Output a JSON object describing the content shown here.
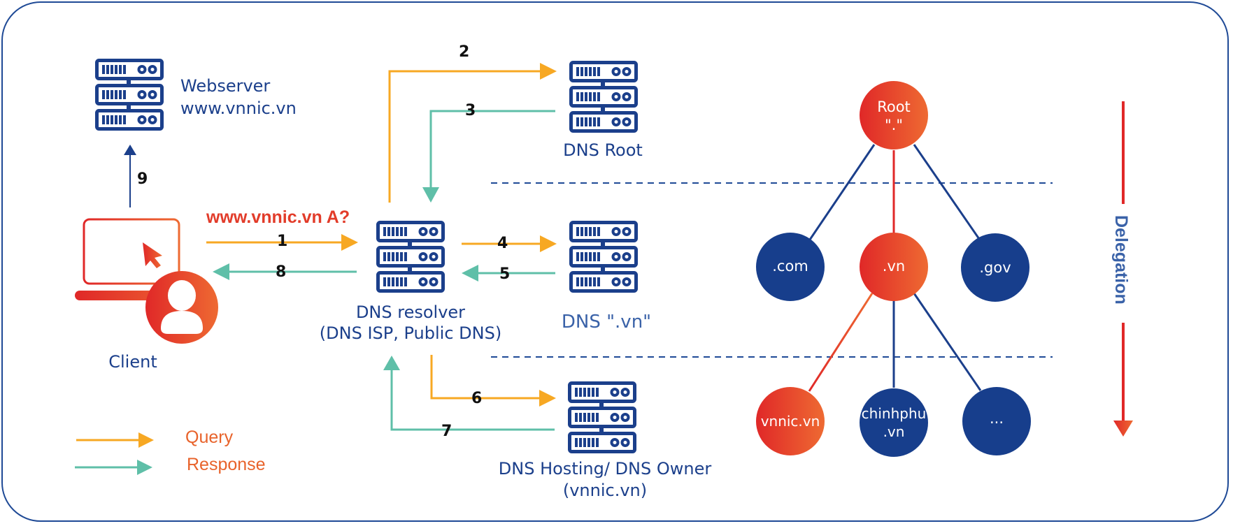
{
  "colors": {
    "query": "#f7a823",
    "response": "#5fbfa8",
    "server": "#1b3f8b",
    "accent_red": "#e02828",
    "accent_orange": "#ee6a32",
    "frame": "#1f4a96",
    "dashed": "#1f4a96"
  },
  "servers": {
    "webserver": {
      "title": "Webserver",
      "subtitle": "www.vnnic.vn"
    },
    "dns_root": {
      "title": "DNS Root"
    },
    "dns_resolver": {
      "title": "DNS resolver",
      "subtitle": "(DNS ISP, Public DNS)"
    },
    "dns_vn": {
      "title": "DNS \".vn\""
    },
    "dns_hosting": {
      "title": "DNS Hosting/ DNS Owner",
      "subtitle": "(vnnic.vn)"
    }
  },
  "client": {
    "label": "Client",
    "icon": "laptop-user-icon"
  },
  "query_label": "www.vnnic.vn A?",
  "steps": [
    "1",
    "2",
    "3",
    "4",
    "5",
    "6",
    "7",
    "8",
    "9"
  ],
  "legend": {
    "query": "Query",
    "response": "Response"
  },
  "tree": {
    "root": {
      "line1": "Root",
      "line2": "\".\""
    },
    "tld": [
      ".com",
      ".vn",
      ".gov"
    ],
    "second_level": [
      {
        "line1": "vnnic.vn",
        "line2": ""
      },
      {
        "line1": "chinhphu",
        "line2": ".vn"
      },
      {
        "line1": "...",
        "line2": ""
      }
    ]
  },
  "delegation_label": "Delegation"
}
